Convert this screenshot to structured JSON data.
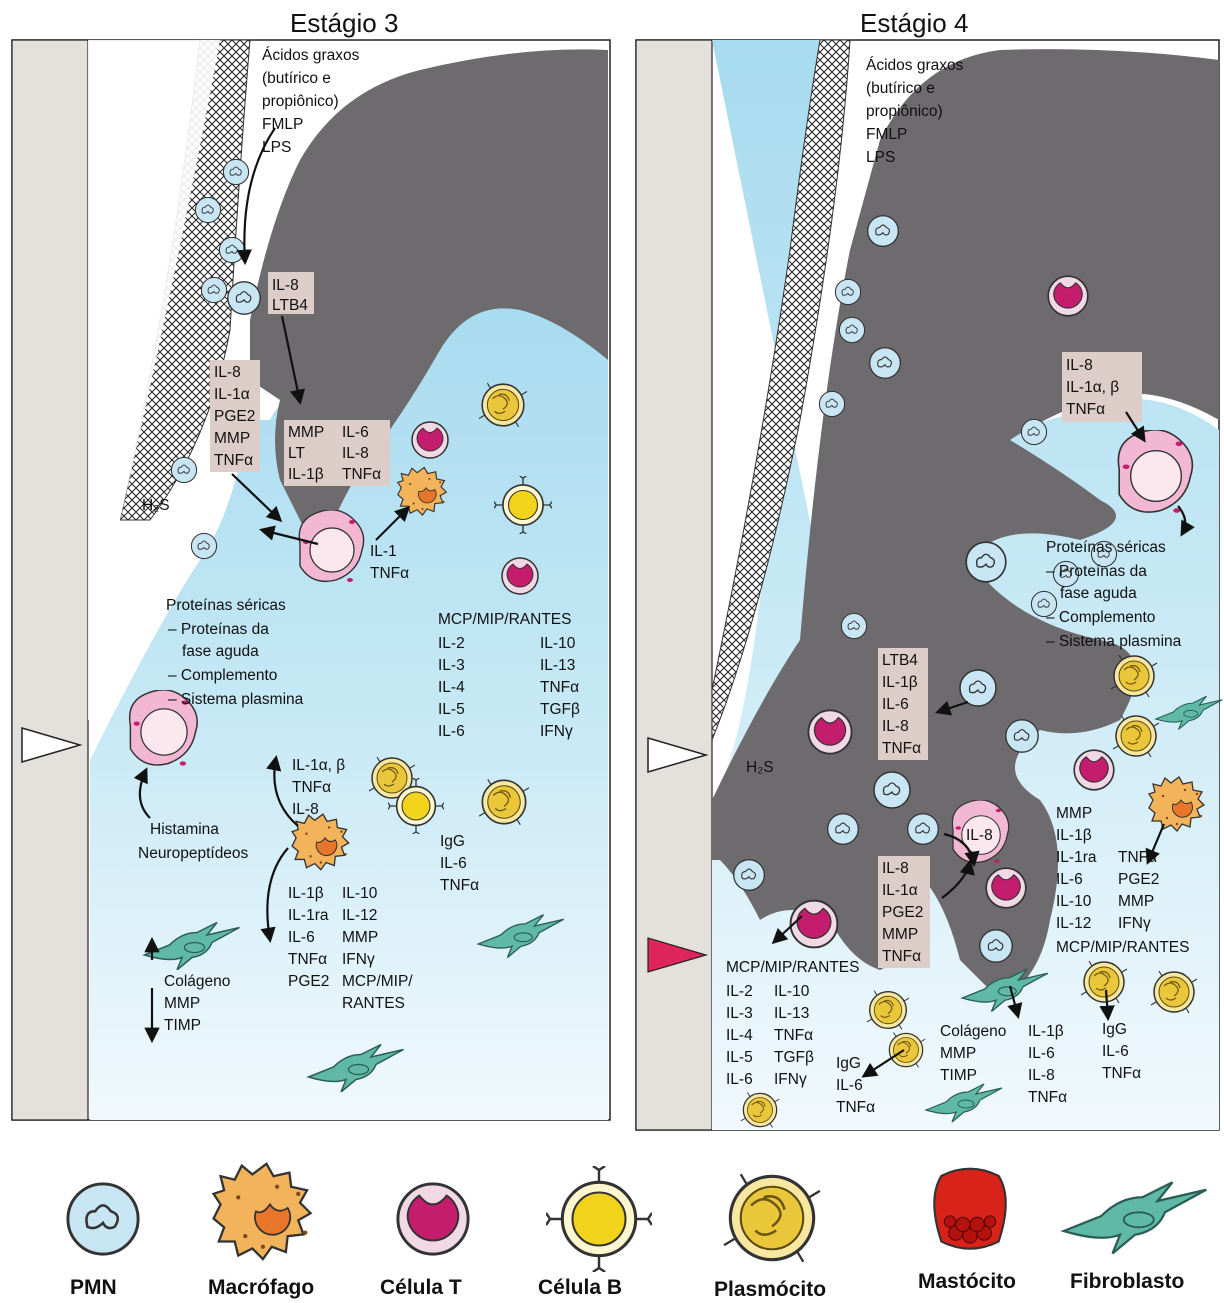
{
  "stage3": {
    "title": "Estágio 3",
    "fatty_acids": [
      "Ácidos graxos",
      "(butírico e",
      "propiônico)",
      "FMLP",
      "LPS"
    ],
    "il8_ltb4": [
      "IL-8",
      "LTB4"
    ],
    "box_left": [
      "IL-8",
      "IL-1α",
      "PGE2",
      "MMP",
      "TNFα"
    ],
    "box_mid_col1": [
      "MMP",
      "LT",
      "IL-1β"
    ],
    "box_mid_col2": [
      "IL-6",
      "IL-8",
      "TNFα"
    ],
    "h2s": "H₂S",
    "il1_tnf": [
      "IL-1",
      "TNFα"
    ],
    "serum": [
      "Proteínas séricas",
      "– Proteínas da",
      "fase aguda",
      "– Complemento",
      "– Sistema plasmina"
    ],
    "cytokines_title": "MCP/MIP/RANTES",
    "cytokines_col1": [
      "IL-2",
      "IL-3",
      "IL-4",
      "IL-5",
      "IL-6"
    ],
    "cytokines_col2": [
      "IL-10",
      "IL-13",
      "TNFα",
      "TGFβ",
      "IFNγ"
    ],
    "mac_up": [
      "IL-1α, β",
      "TNFα",
      "IL-8"
    ],
    "histamine": [
      "Histamina",
      "Neuropeptídeos"
    ],
    "igg": [
      "IgG",
      "IL-6",
      "TNFα"
    ],
    "mac_down_col1": [
      "IL-1β",
      "IL-1ra",
      "IL-6",
      "TNFα",
      "PGE2"
    ],
    "mac_down_col2": [
      "IL-10",
      "IL-12",
      "MMP",
      "IFNγ",
      "MCP/MIP/",
      "RANTES"
    ],
    "collagen": [
      "Colágeno",
      "MMP",
      "TIMP"
    ]
  },
  "stage4": {
    "title": "Estágio 4",
    "fatty_acids": [
      "Ácidos graxos",
      "(butírico e",
      "propiônico)",
      "FMLP",
      "LPS"
    ],
    "box_top": [
      "IL-8",
      "IL-1α, β",
      "TNFα"
    ],
    "serum": [
      "Proteínas séricas",
      "– Proteínas da",
      "fase aguda",
      "– Complemento",
      "– Sistema plasmina"
    ],
    "box_ltb4": [
      "LTB4",
      "IL-1β",
      "IL-6",
      "IL-8",
      "TNFα"
    ],
    "h2s": "H₂S",
    "mmp_col1": [
      "MMP",
      "IL-1β",
      "IL-1ra",
      "IL-6",
      "IL-10",
      "IL-12"
    ],
    "mmp_col2": [
      "TNFα",
      "PGE2",
      "MMP",
      "IFNγ"
    ],
    "mmp_bottom": "MCP/MIP/RANTES",
    "il8_cell": "IL-8",
    "box_il8": [
      "IL-8",
      "IL-1α",
      "PGE2",
      "MMP",
      "TNFα"
    ],
    "cytokines_title": "MCP/MIP/RANTES",
    "cytokines_col1": [
      "IL-2",
      "IL-3",
      "IL-4",
      "IL-5",
      "IL-6"
    ],
    "cytokines_col2": [
      "IL-10",
      "IL-13",
      "TNFα",
      "TGFβ",
      "IFNγ"
    ],
    "igg_left": [
      "IgG",
      "IL-6",
      "TNFα"
    ],
    "collagen": [
      "Colágeno",
      "MMP",
      "TIMP"
    ],
    "fib_col2": [
      "IL-1β",
      "IL-6",
      "IL-8",
      "TNFα"
    ],
    "igg_right": [
      "IgG",
      "IL-6",
      "TNFα"
    ]
  },
  "legend": [
    "PMN",
    "Macrófago",
    "Célula T",
    "Célula B",
    "Plasmócito",
    "Mastócito",
    "Fibroblasto"
  ],
  "colors": {
    "tooth": "#e4e1dc",
    "gingiva": "#6d6b6e",
    "fluid_light": "#e9f6fc",
    "fluid_dark": "#88cbe6",
    "box": "#dccdc8",
    "pmn": "#c7e5f3",
    "macrophage": "#f3b35a",
    "tcell": "#c51d6e",
    "bcell": "#f2d31c",
    "plasmocyte": "#e9c63a",
    "mastocyte": "#d8231b",
    "fibroblast": "#5fb9a6",
    "marker_pink": "#e0245e"
  }
}
